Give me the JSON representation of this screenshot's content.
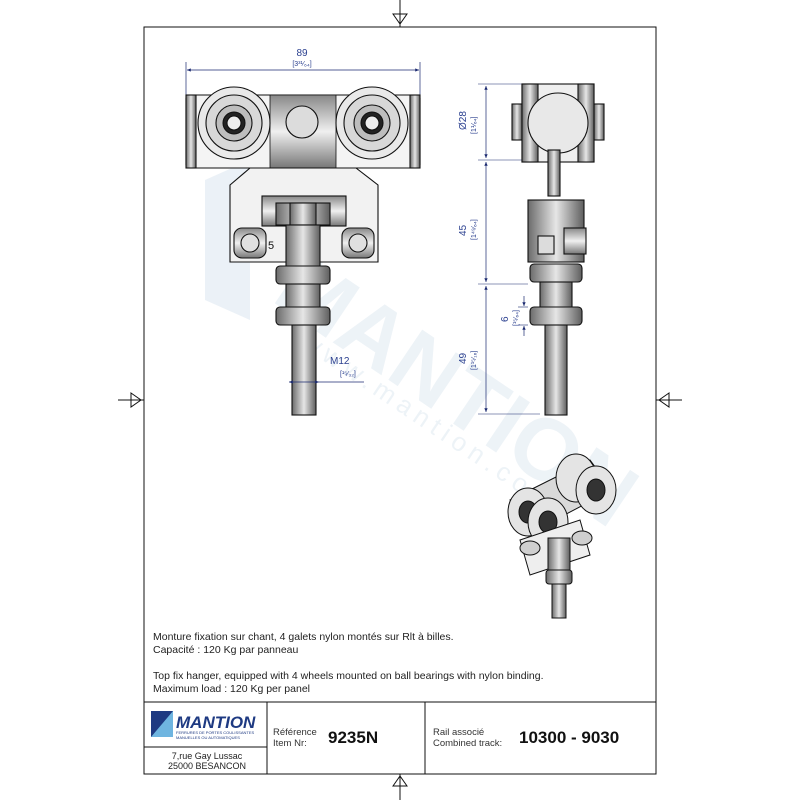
{
  "drawing": {
    "dimensions": {
      "width": {
        "value": "89",
        "imperial": "[3³¹⁄₆₄]"
      },
      "thread": {
        "value": "M12",
        "imperial": "[¹⁵⁄₃₂]"
      },
      "wheel_diameter": {
        "value": "Ø28",
        "imperial": "[1⅟₆₄]"
      },
      "bracket_height": {
        "value": "45",
        "imperial": "[1⁴⁹⁄₆₄]"
      },
      "nut_height": {
        "value": "6",
        "imperial": "[¹⁵⁄₆₄]"
      },
      "stud_length": {
        "value": "49",
        "imperial": "[1¹⁵⁄₁₆]"
      },
      "wrench_mark": "5"
    },
    "watermark": {
      "brand": "MANTION",
      "url": "www.mantion.com"
    }
  },
  "description": {
    "fr": [
      "Monture fixation sur chant, 4 galets nylon montés sur Rlt à billes.",
      "Capacité : 120 Kg par panneau"
    ],
    "en": [
      "Top fix hanger, equipped with 4 wheels mounted on ball bearings with nylon binding.",
      "Maximum load : 120 Kg per panel"
    ]
  },
  "title_block": {
    "logo": {
      "brand": "MANTION",
      "tagline_1": "FERRURES DE PORTES COULISSANTES",
      "tagline_2": "MANUELLES OU AUTOMATIQUES"
    },
    "address": [
      "7,rue Gay Lussac",
      "25000 BESANCON"
    ],
    "reference_label": [
      "Référence",
      "Item Nr:"
    ],
    "reference_value": "9235N",
    "rail_label": [
      "Rail associé",
      "Combined track:"
    ],
    "rail_value": "10300 - 9030"
  }
}
